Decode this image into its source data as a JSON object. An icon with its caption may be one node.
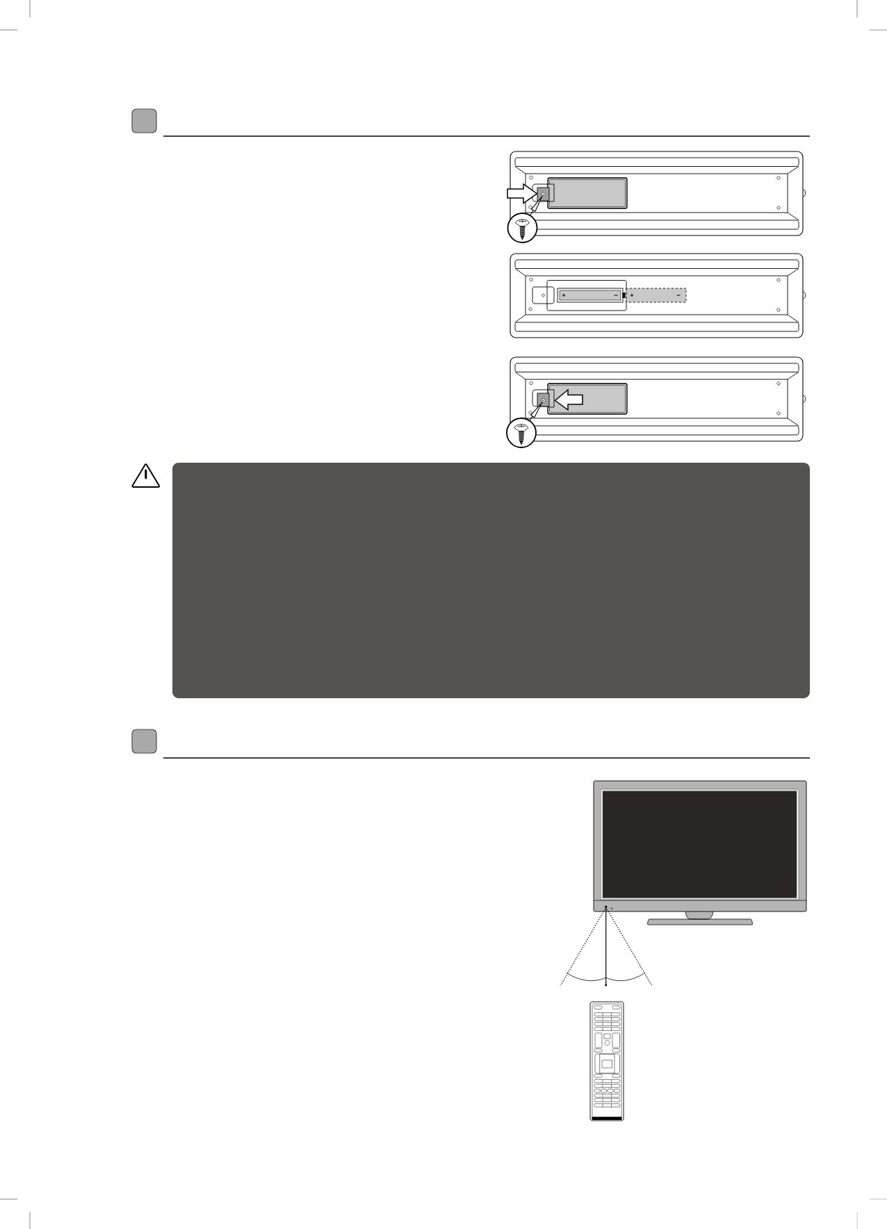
{
  "diagram": {
    "nodes": [
      {
        "text": [],
        "shape": "picture"
      },
      {
        "text": [],
        "shape": "picture"
      }
    ],
    "edges": [
      {
        "from": 0,
        "to": null,
        "arrow": "to"
      },
      {
        "from": 1,
        "to": null,
        "arrow": "to"
      }
    ]
  }
}
